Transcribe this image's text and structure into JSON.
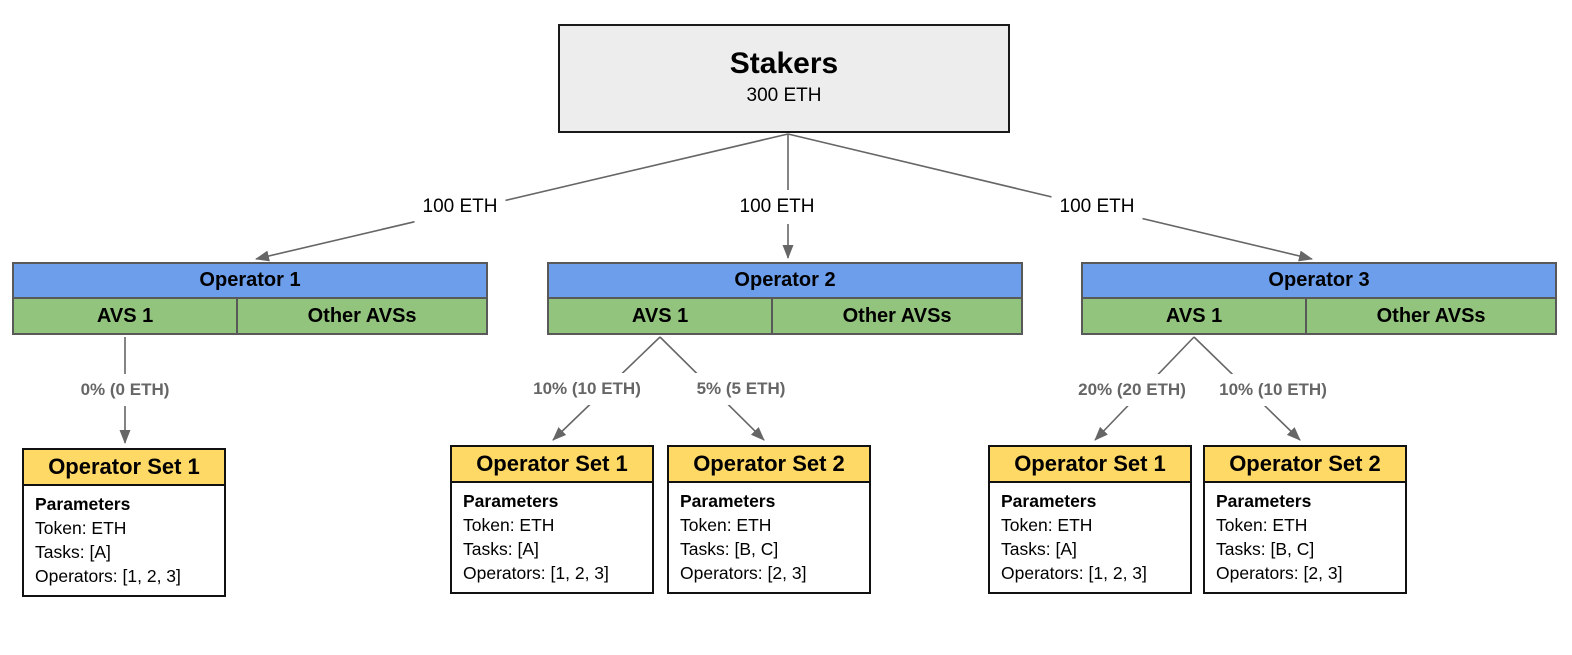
{
  "stakers": {
    "title": "Stakers",
    "amount": "300 ETH"
  },
  "stake_edges": [
    {
      "label": "100 ETH"
    },
    {
      "label": "100 ETH"
    },
    {
      "label": "100 ETH"
    }
  ],
  "operators": [
    {
      "name": "Operator 1",
      "avs_label": "AVS 1",
      "other_label": "Other AVSs",
      "allocations": [
        {
          "label": "0% (0 ETH)"
        }
      ],
      "sets": [
        {
          "title": "Operator Set 1",
          "heading": "Parameters",
          "token": "Token: ETH",
          "tasks": "Tasks: [A]",
          "operators": "Operators: [1, 2, 3]"
        }
      ]
    },
    {
      "name": "Operator 2",
      "avs_label": "AVS 1",
      "other_label": "Other AVSs",
      "allocations": [
        {
          "label": "10% (10 ETH)"
        },
        {
          "label": "5% (5 ETH)"
        }
      ],
      "sets": [
        {
          "title": "Operator Set 1",
          "heading": "Parameters",
          "token": "Token: ETH",
          "tasks": "Tasks: [A]",
          "operators": "Operators: [1, 2, 3]"
        },
        {
          "title": "Operator Set 2",
          "heading": "Parameters",
          "token": "Token: ETH",
          "tasks": "Tasks: [B, C]",
          "operators": "Operators: [2, 3]"
        }
      ]
    },
    {
      "name": "Operator 3",
      "avs_label": "AVS 1",
      "other_label": "Other AVSs",
      "allocations": [
        {
          "label": "20% (20 ETH)"
        },
        {
          "label": "10% (10 ETH)"
        }
      ],
      "sets": [
        {
          "title": "Operator Set 1",
          "heading": "Parameters",
          "token": "Token: ETH",
          "tasks": "Tasks: [A]",
          "operators": "Operators: [1, 2, 3]"
        },
        {
          "title": "Operator Set 2",
          "heading": "Parameters",
          "token": "Token: ETH",
          "tasks": "Tasks: [B, C]",
          "operators": "Operators: [2, 3]"
        }
      ]
    }
  ],
  "colors": {
    "operator_header": "#6d9eeb",
    "avs_cell": "#93c47d",
    "set_header": "#ffd966",
    "stakers_fill": "#ededed",
    "table_border": "#595959",
    "box_border": "#111111",
    "connector": "#666666",
    "allocation_text": "#666666"
  }
}
